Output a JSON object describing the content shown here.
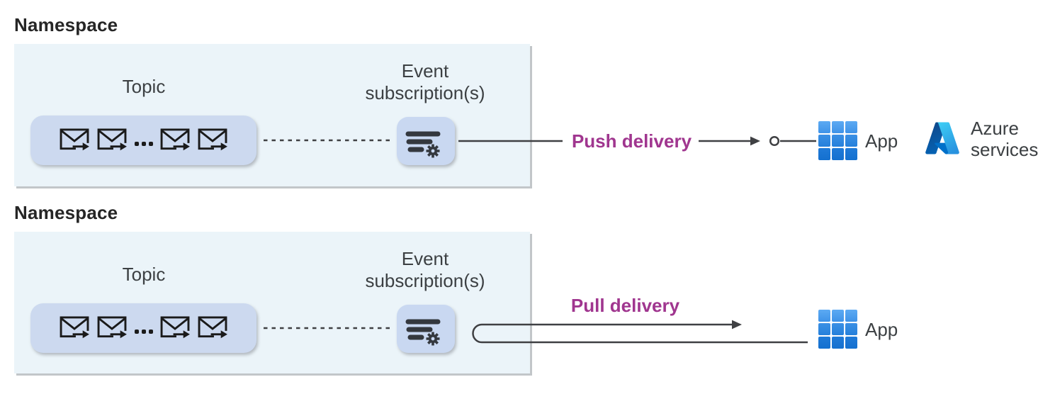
{
  "push_flow": {
    "namespace_label": "Namespace",
    "topic_label": "Topic",
    "event_subscription_label": "Event subscription(s)",
    "delivery_label": "Push delivery",
    "app_label": "App",
    "azure_services_label": "Azure services"
  },
  "pull_flow": {
    "namespace_label": "Namespace",
    "topic_label": "Topic",
    "event_subscription_label": "Event subscription(s)",
    "delivery_label": "Pull delivery",
    "app_label": "App"
  },
  "icons": {
    "event_message": "envelope-arrow-icon",
    "ellipsis": "ellipsis-dots-icon",
    "event_subscription": "filter-gear-icon",
    "push_endpoint": "arrow-circle-endpoint-icon",
    "pull_loop": "u-turn-arrow-icon",
    "app": "app-grid-icon",
    "azure": "azure-logo-icon"
  },
  "colors": {
    "namespace_box_bg": "#EBF4F9",
    "topic_pill_bg": "#CCD9EF",
    "subscription_tile_bg": "#C9D8F1",
    "delivery_label_text": "#A0368F",
    "connector_line": "#3F4043",
    "app_grid_blues": [
      "#4FA3F1",
      "#2E87E0",
      "#1B76D5"
    ],
    "azure_logo_gradient": [
      "#3CCBF4",
      "#2892DF",
      "#114A8B",
      "#0669BC"
    ]
  }
}
